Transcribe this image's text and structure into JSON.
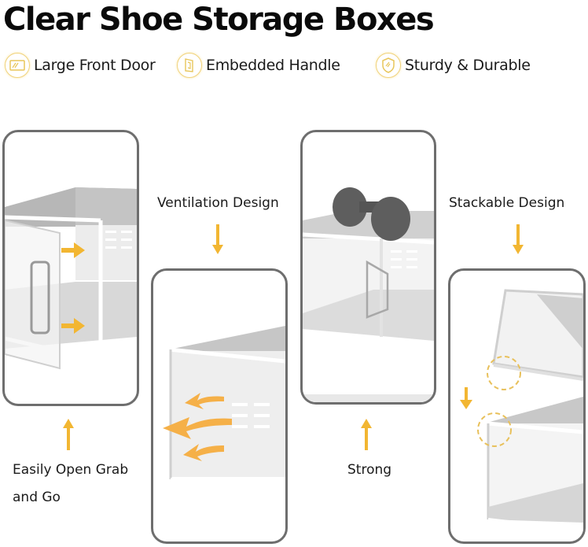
{
  "title": "Clear Shoe Storage Boxes",
  "features": [
    {
      "label": "Large Front Door",
      "icon": "door-icon"
    },
    {
      "label": "Embedded Handle",
      "icon": "handle-icon"
    },
    {
      "label": "Sturdy & Durable",
      "icon": "shield-icon"
    }
  ],
  "panels": [
    {
      "caption": "Easily Open Grab and Go",
      "caption_lines": [
        "Easily Open Grab",
        "and Go"
      ],
      "arrow": "up"
    },
    {
      "caption": "Ventilation Design",
      "arrow": "down"
    },
    {
      "caption": "Strong",
      "arrow": "up"
    },
    {
      "caption": "Stackable Design",
      "arrow": "down"
    }
  ],
  "colors": {
    "accent": "#f2b632",
    "panel_border": "#6e6e6e",
    "icon_ring": "#f0d27a",
    "text": "#1a1a1a"
  }
}
